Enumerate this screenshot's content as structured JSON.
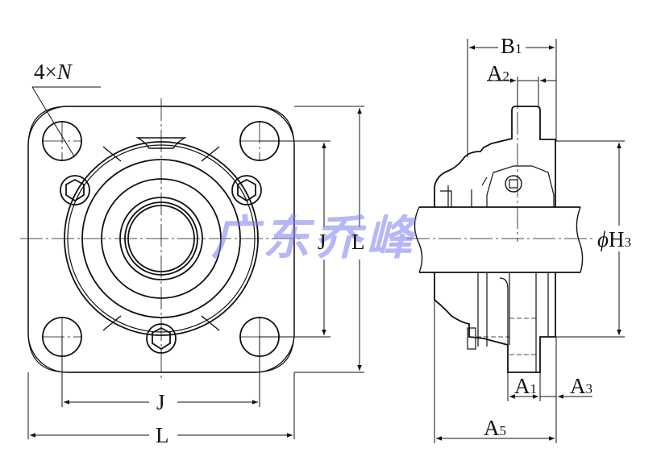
{
  "diagram": {
    "subject": "4-bolt square flange ball bearing unit",
    "views": [
      "front-view",
      "side-section-view"
    ],
    "watermark": "广东乔峰",
    "colors": {
      "line": "#111111",
      "watermark": "#7b7ef0",
      "background": "#ffffff"
    }
  },
  "labels": {
    "bolt_holes": {
      "count": "4",
      "times": "×",
      "symbol": "N"
    },
    "front_bottom_J": "J",
    "front_bottom_L": "L",
    "front_right_J": "J",
    "front_right_L": "L",
    "side_B1": {
      "main": "B",
      "sub": "1"
    },
    "side_A2": {
      "main": "A",
      "sub": "2"
    },
    "side_H3": {
      "prefix": "ϕ",
      "main": "H",
      "sub": "3"
    },
    "side_A1": {
      "main": "A",
      "sub": "1"
    },
    "side_A3": {
      "main": "A",
      "sub": "3"
    },
    "side_A5": {
      "main": "A",
      "sub": "5"
    }
  }
}
